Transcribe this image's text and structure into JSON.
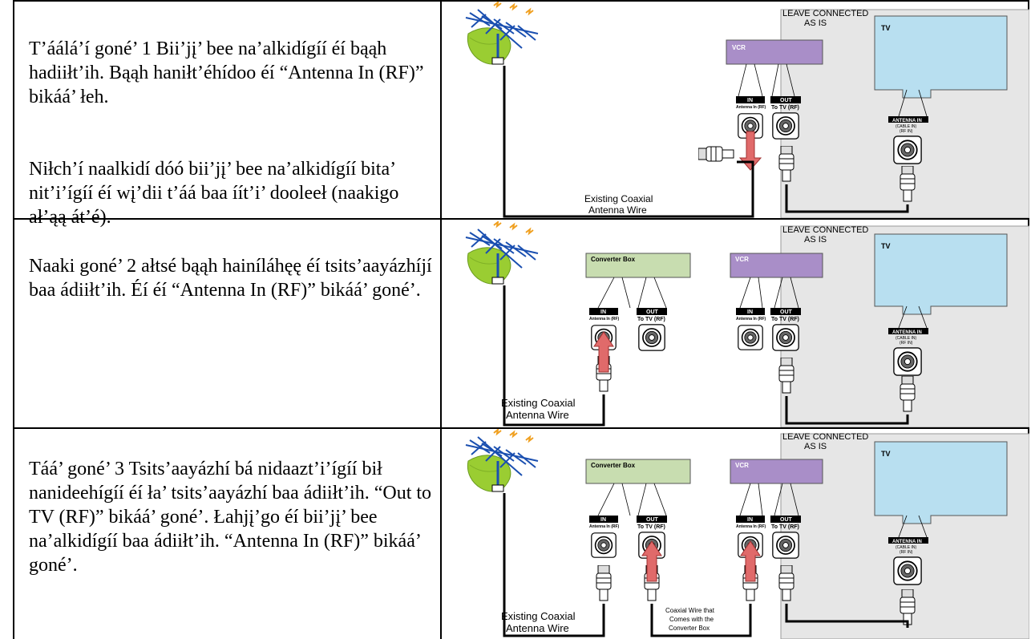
{
  "steps": [
    {
      "text_p1": "T’áálá’í goné’ 1 Bii’jį’ bee na’alkidígíí éí bąąh hadiiłt’ih.  Bąąh haniłt’éhídoo éí “Antenna In (RF)” bikáá’ łeh.",
      "text_p2": "Niłch’í naalkidí dóó bii’jį’ bee na’alkidígíí bita’ nit’i’ígíí éí wį’dii t’áá baa íít’i’ dooleeł (naakigo ał’ąą át’é).",
      "diagram": {
        "leave_label_1": "LEAVE CONNECTED",
        "leave_label_2": "AS IS",
        "tv": "TV",
        "vcr": "VCR",
        "in_title": "IN",
        "in_sub": "Antenna In (RF)",
        "out_title": "OUT",
        "out_sub": "To TV (RF)",
        "ant_title": "ANTENNA IN",
        "ant_sub1": "(CABLE IN)",
        "ant_sub2": "(RF IN)",
        "wire_1": "Existing Coaxial",
        "wire_2": "Antenna Wire"
      }
    },
    {
      "text_p1": "Naaki goné’ 2 ałtsé bąąh hainíláhęę éí tsits’aayázhíjí baa ádiiłt’ih.  Éí éí “Antenna In (RF)” bikáá’ goné’.",
      "diagram": {
        "leave_label_1": "LEAVE CONNECTED",
        "leave_label_2": "AS IS",
        "tv": "TV",
        "vcr": "VCR",
        "converter": "Converter Box",
        "in_title": "IN",
        "in_sub": "Antenna In (RF)",
        "out_title": "OUT",
        "out_sub": "To TV (RF)",
        "ant_title": "ANTENNA IN",
        "ant_sub1": "(CABLE IN)",
        "ant_sub2": "(RF IN)",
        "wire_1": "Existing Coaxial",
        "wire_2": "Antenna Wire"
      }
    },
    {
      "text_p1": "Táá’ goné’ 3 Tsits’aayázhí bá nidaazt’i’ígíí bił nanideehígíí éí ła’ tsits’aayázhí baa ádiiłt’ih.  “Out to TV (RF)” bikáá’ goné’.  Łahjį’go éí bii’jį’ bee na’alkidígíí baa ádiiłt’ih.  “Antenna In (RF)” bikáá’ goné’.",
      "diagram": {
        "leave_label_1": "LEAVE CONNECTED",
        "leave_label_2": "AS IS",
        "tv": "TV",
        "vcr": "VCR",
        "converter": "Converter Box",
        "in_title": "IN",
        "in_sub": "Antenna In (RF)",
        "out_title": "OUT",
        "out_sub": "To TV (RF)",
        "ant_title": "ANTENNA IN",
        "ant_sub1": "(CABLE IN)",
        "ant_sub2": "(RF IN)",
        "wire_1": "Existing Coaxial",
        "wire_2": "Antenna Wire",
        "cwire_1": "Coaxial Wire that",
        "cwire_2": "Comes with the",
        "cwire_3": "Converter Box"
      }
    }
  ],
  "colors": {
    "tv_screen": "#b8dff0",
    "vcr_box": "#a98ec8",
    "converter_box": "#c8ddb0",
    "leave_zone": "#e6e6e6",
    "arrow": "#e06a6a",
    "antenna_blob": "#9acd32"
  }
}
